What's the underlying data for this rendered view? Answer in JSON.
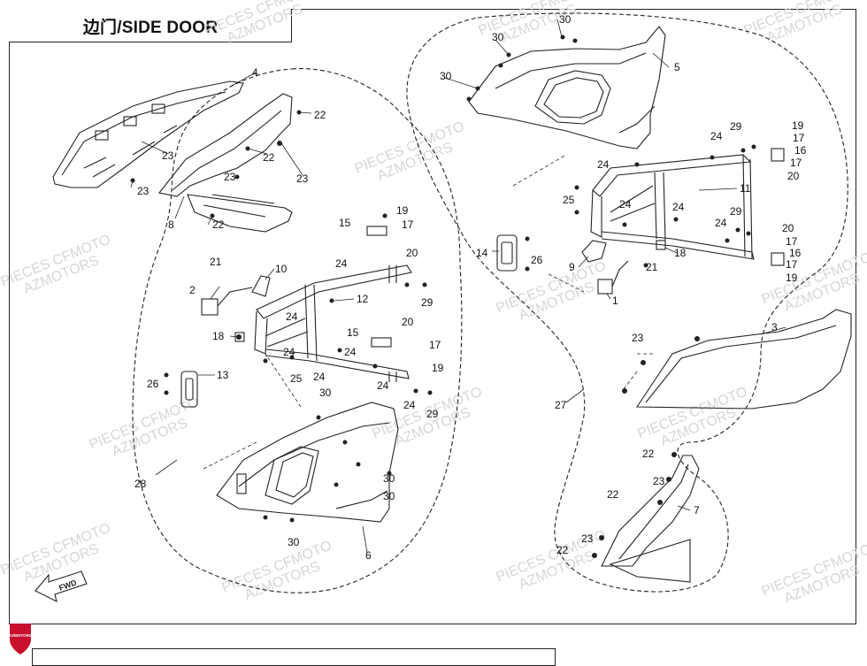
{
  "title": "边门/SIDE DOOR",
  "watermark": {
    "line1": "PIECES CFMOTO",
    "line2": "AZMOTORS"
  },
  "logo_text": "AZMOTORS",
  "fwd_label": "FWD",
  "colors": {
    "line": "#222222",
    "logo": "#c8102e",
    "watermark": "#d6d6d6"
  },
  "callouts": [
    "1",
    "2",
    "3",
    "4",
    "5",
    "6",
    "7",
    "8",
    "9",
    "10",
    "11",
    "12",
    "13",
    "14",
    "15",
    "16",
    "17",
    "18",
    "19",
    "20",
    "21",
    "22",
    "23",
    "24",
    "25",
    "26",
    "27",
    "28",
    "29",
    "30"
  ]
}
